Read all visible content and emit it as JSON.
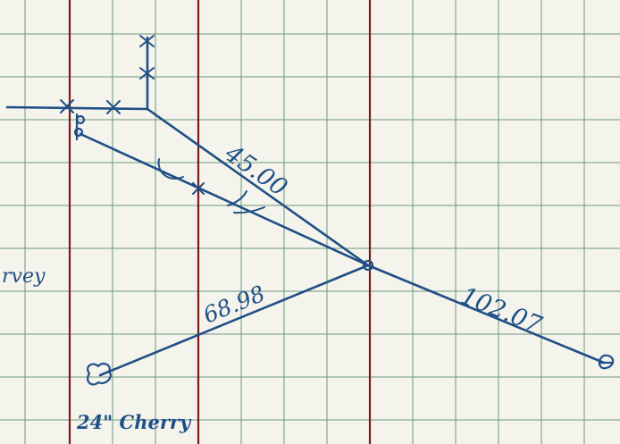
{
  "sheet": {
    "colors": {
      "paper": "#f5f4ec",
      "grid": "#3f7a5a",
      "margin_rule": "#7a1c1c",
      "ink": "#1f4f86"
    }
  },
  "labels": {
    "dist_upper": "45.00",
    "dist_left": "68.98",
    "dist_right": "102.07",
    "edge_word": "rvey",
    "tree": "24\" Cherry"
  }
}
